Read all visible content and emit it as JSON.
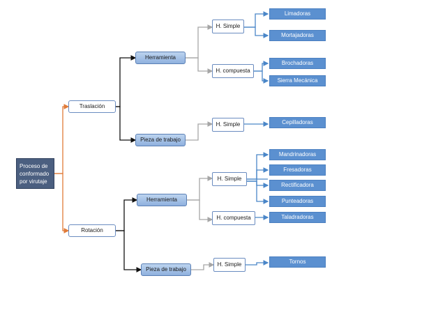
{
  "root": {
    "lines": [
      "Proceso de",
      "conformado",
      "por virutaje"
    ]
  },
  "traslacion": {
    "label": "Traslación",
    "herramienta": {
      "label": "Herramienta",
      "simple": {
        "label": "H. Simple",
        "leaves": [
          "Limadoras",
          "Mortajadoras"
        ]
      },
      "compuesta": {
        "label": "H. compuesta",
        "leaves": [
          "Brochadoras",
          "Sierra Mecánica"
        ]
      }
    },
    "pieza": {
      "label": "Pieza de trabajo",
      "simple": {
        "label": "H. Simple",
        "leaves": [
          "Cepilladoras"
        ]
      }
    }
  },
  "rotacion": {
    "label": "Rotación",
    "herramienta": {
      "label": "Herramienta",
      "simple": {
        "label": "H. Simple",
        "leaves": [
          "Mandrinadoras",
          "Fresadoras",
          "Rectificadora",
          "Punteadoras"
        ]
      },
      "compuesta": {
        "label": "H. compuesta",
        "leaves": [
          "Taladradoras"
        ]
      }
    },
    "pieza": {
      "label": "Pieza de trabajo",
      "simple": {
        "label": "H. Simple",
        "leaves": [
          "Tornos"
        ]
      }
    }
  },
  "colors": {
    "root_fill": "#4b5f80",
    "connector_orange": "#e07b39",
    "connector_black": "#111111",
    "connector_gray": "#a6a6a6",
    "connector_blue": "#4a86c8",
    "leaf_fill": "#5b90d0",
    "level2_fill": "#a9c4e8"
  }
}
